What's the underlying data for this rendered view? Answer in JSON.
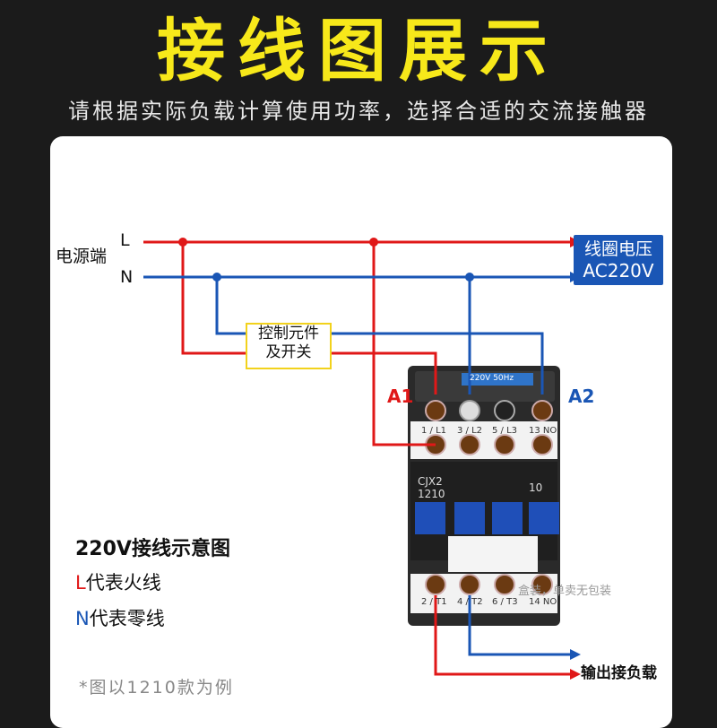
{
  "header": {
    "title": "接线图展示",
    "subtitle": "请根据实际负载计算使用功率，选择合适的交流接触器"
  },
  "power": {
    "source_label": "电源端",
    "line_L": "L",
    "line_N": "N"
  },
  "coil": {
    "line1": "线圈电压",
    "line2": "AC220V"
  },
  "control": {
    "line1": "控制元件",
    "line2": "及开关"
  },
  "terminals": {
    "a1": "A1",
    "a2": "A2",
    "top_labels": [
      "1 / L1",
      "3 / L2",
      "5 / L3",
      "13 NO"
    ],
    "bottom_labels": [
      "2 / T1",
      "4 / T2",
      "6 / T3",
      "14 NO"
    ]
  },
  "contactor": {
    "model_line1": "CJX2",
    "model_line2": "1210",
    "aux": "10",
    "rating": "220V 50Hz"
  },
  "legend": {
    "title": "220V接线示意图",
    "l_letter": "L",
    "l_text": "代表火线",
    "n_letter": "N",
    "n_text": "代表零线"
  },
  "note": "*图以1210款为例",
  "output_label": "输出接负载",
  "watermark": "盒装，单卖无包装",
  "colors": {
    "live": "#e01818",
    "neutral": "#1a56b5",
    "title": "#f7e81a",
    "coil_box": "#1a56b5"
  }
}
